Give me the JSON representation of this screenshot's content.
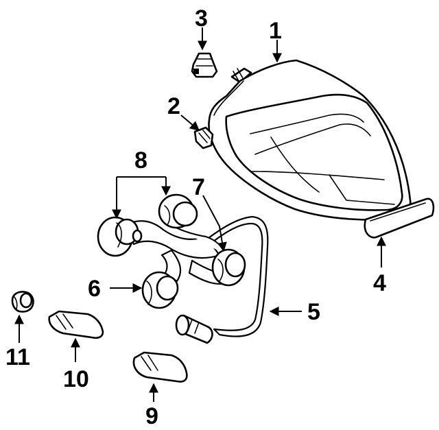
{
  "callouts": {
    "c1": "1",
    "c2": "2",
    "c3": "3",
    "c4": "4",
    "c5": "5",
    "c6": "6",
    "c7": "7",
    "c8": "8",
    "c9": "9",
    "c10": "10",
    "c11": "11"
  },
  "colors": {
    "ink": "#000000",
    "paper": "#ffffff"
  }
}
